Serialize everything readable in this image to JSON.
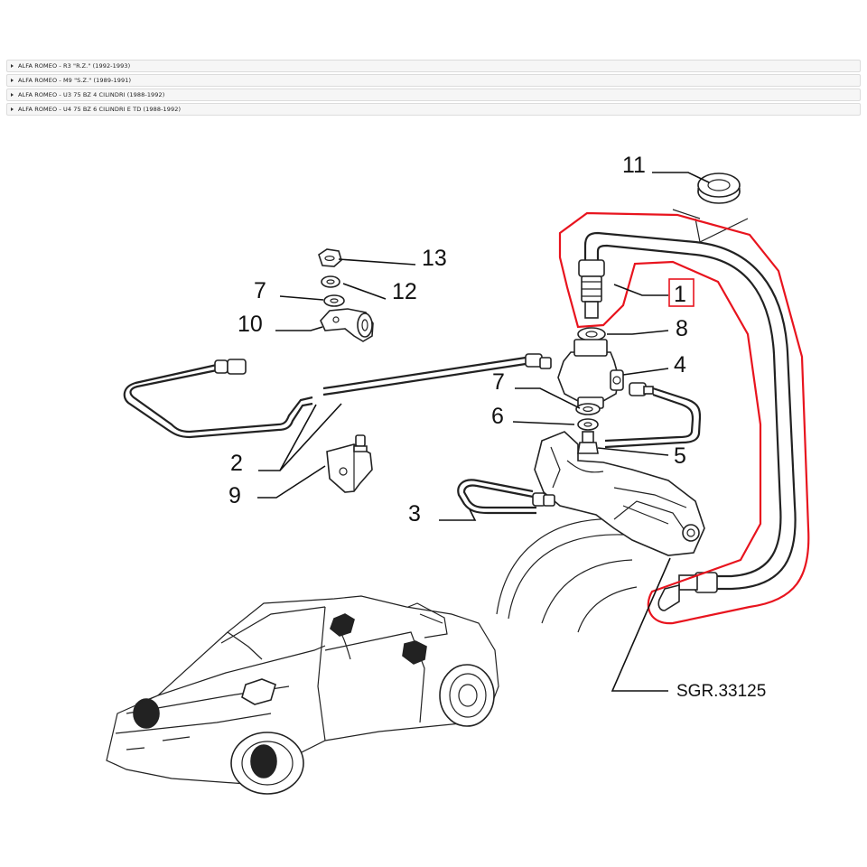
{
  "models": [
    {
      "label": "ALFA ROMEO - R3 \"R.Z.\" (1992-1993)"
    },
    {
      "label": "ALFA ROMEO - M9 \"S.Z.\" (1989-1991)"
    },
    {
      "label": "ALFA ROMEO - U3 75 BZ 4 CILINDRI (1988-1992)"
    },
    {
      "label": "ALFA ROMEO - U4 75 BZ 6 CILINDRI E TD (1988-1992)"
    }
  ],
  "diagram": {
    "callouts": {
      "p1": "1",
      "p2": "2",
      "p3": "3",
      "p4": "4",
      "p5": "5",
      "p6": "6",
      "p7a": "7",
      "p7b": "7",
      "p8": "8",
      "p9": "9",
      "p10": "10",
      "p11": "11",
      "p12": "12",
      "p13": "13"
    },
    "reference": "SGR.33125",
    "highlight_color": "#e8141e"
  }
}
